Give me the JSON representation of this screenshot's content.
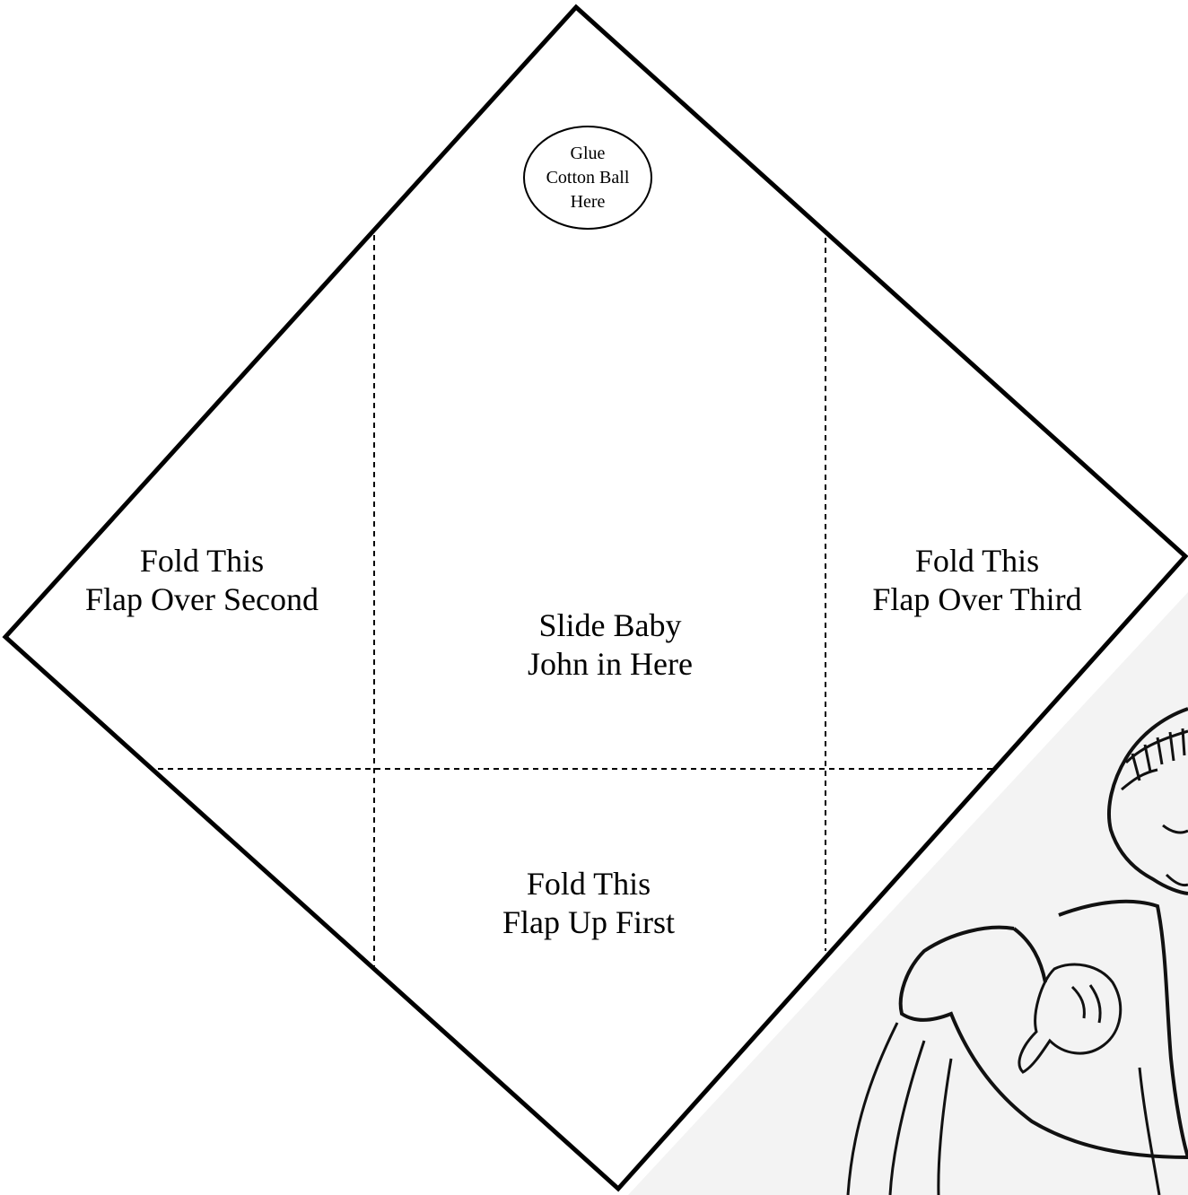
{
  "glue": {
    "line1": "Glue",
    "line2": "Cotton Ball",
    "line3": "Here"
  },
  "left_flap": {
    "line1": "Fold This",
    "line2": "Flap Over Second"
  },
  "right_flap": {
    "line1": "Fold This",
    "line2": "Flap Over Third"
  },
  "center": {
    "line1": "Slide Baby",
    "line2": "John in Here"
  },
  "bottom_flap": {
    "line1": "Fold This",
    "line2": "Flap Up First"
  },
  "illustration": {
    "subject": "baby-john-line-drawing"
  },
  "colors": {
    "ink": "#000000",
    "paper": "#ffffff",
    "illustration_bg": "#f2f2f2"
  }
}
